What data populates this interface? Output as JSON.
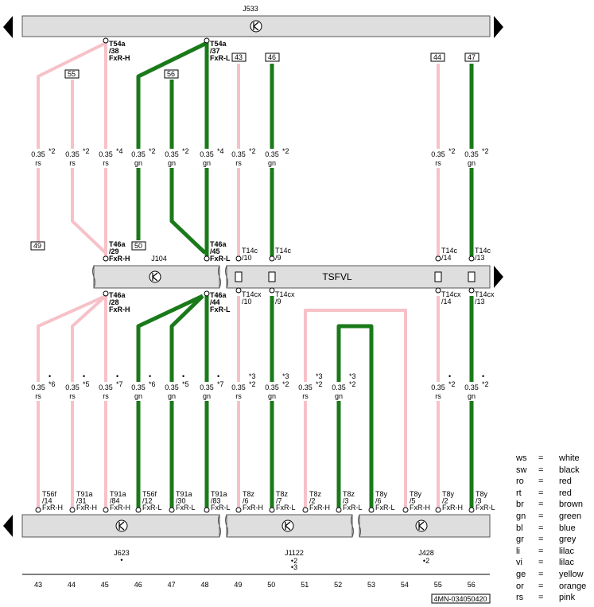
{
  "top_bar": {
    "label": "J533"
  },
  "j104": {
    "label": "J104",
    "tsfvl": "TSFVL"
  },
  "bottom_units": [
    {
      "label": "J623",
      "note": "•"
    },
    {
      "label": "J1122",
      "note": "•2\n•3"
    },
    {
      "label": "J428",
      "note": "•2"
    }
  ],
  "top_connectors": [
    {
      "label": "T54a /38 FxR-H"
    },
    {
      "label": "T54a /37 FxR-L"
    }
  ],
  "mid_connectors": [
    {
      "label": "T46a /29 FxR-H"
    },
    {
      "label": "T46a /45 FxR-L"
    },
    {
      "label": "T46a /28 FxR-H"
    },
    {
      "label": "T46a /44 FxR-L"
    }
  ],
  "tsfvl_pins_upper": [
    "T14c /10",
    "T14c /9",
    "T14c /14",
    "T14c /13"
  ],
  "tsfvl_pins_lower": [
    "T14cx /10",
    "T14cx /9",
    "T14cx /14",
    "T14cx /13"
  ],
  "ref_boxes": [
    "55",
    "56",
    "43",
    "46",
    "44",
    "47",
    "49",
    "50"
  ],
  "upper_wires": [
    {
      "size": "0.35",
      "note": "*2",
      "color": "rs"
    },
    {
      "size": "0.35",
      "note": "*2",
      "color": "rs"
    },
    {
      "size": "0.35",
      "note": "*4",
      "color": "rs"
    },
    {
      "size": "0.35",
      "note": "*2",
      "color": "gn"
    },
    {
      "size": "0.35",
      "note": "*2",
      "color": "gn"
    },
    {
      "size": "0.35",
      "note": "*4",
      "color": "gn"
    },
    {
      "size": "0.35",
      "note": "*2",
      "color": "rs"
    },
    {
      "size": "0.35",
      "note": "*2",
      "color": "gn"
    },
    {
      "size": "0.35",
      "note": "*2",
      "color": "rs"
    },
    {
      "size": "0.35",
      "note": "*2",
      "color": "gn"
    }
  ],
  "lower_wires": [
    {
      "size": "0.35",
      "note": "*6",
      "color": "rs"
    },
    {
      "size": "0.35",
      "note": "*5",
      "color": "rs"
    },
    {
      "size": "0.35",
      "note": "*7",
      "color": "rs"
    },
    {
      "size": "0.35",
      "note": "*6",
      "color": "gn"
    },
    {
      "size": "0.35",
      "note": "*5",
      "color": "gn"
    },
    {
      "size": "0.35",
      "note": "*7",
      "color": "gn"
    },
    {
      "size": "0.35",
      "note": "*3 *2",
      "color": "rs"
    },
    {
      "size": "0.35",
      "note": "*3 *2",
      "color": "gn"
    },
    {
      "size": "0.35",
      "note": "*3 *2",
      "color": "rs"
    },
    {
      "size": "0.35",
      "note": "*3 *2",
      "color": "gn"
    },
    {
      "size": "0.35",
      "note": "*2",
      "color": "rs"
    },
    {
      "size": "0.35",
      "note": "*2",
      "color": "gn"
    }
  ],
  "bottom_pins": [
    "T56f /14 FxR-H",
    "T91a /31 FxR-H",
    "T91a /84 FxR-H",
    "T56f /12 FxR-L",
    "T91a /30 FxR-L",
    "T91a /83 FxR-L",
    "T8z /6 FxR-H",
    "T8z /7 FxR-L",
    "T8z /2 FxR-H",
    "T8z /3 FxR-L",
    "T8y /6 FxR-L",
    "T8y /5 FxR-H",
    "T8y /2 FxR-H",
    "T8y /3 FxR-L"
  ],
  "grid_numbers": [
    "43",
    "44",
    "45",
    "46",
    "47",
    "48",
    "49",
    "50",
    "51",
    "52",
    "53",
    "54",
    "55",
    "56"
  ],
  "legend": [
    {
      "code": "ws",
      "eq": "=",
      "name": "white"
    },
    {
      "code": "sw",
      "eq": "=",
      "name": "black"
    },
    {
      "code": "ro",
      "eq": "=",
      "name": "red"
    },
    {
      "code": "rt",
      "eq": "=",
      "name": "red"
    },
    {
      "code": "br",
      "eq": "=",
      "name": "brown"
    },
    {
      "code": "gn",
      "eq": "=",
      "name": "green"
    },
    {
      "code": "bl",
      "eq": "=",
      "name": "blue"
    },
    {
      "code": "gr",
      "eq": "=",
      "name": "grey"
    },
    {
      "code": "li",
      "eq": "=",
      "name": "lilac"
    },
    {
      "code": "vi",
      "eq": "=",
      "name": "lilac"
    },
    {
      "code": "ge",
      "eq": "=",
      "name": "yellow"
    },
    {
      "code": "or",
      "eq": "=",
      "name": "orange"
    },
    {
      "code": "rs",
      "eq": "=",
      "name": "pink"
    }
  ],
  "doc_id": "4MN-034050420",
  "colors": {
    "pink": "#f7c1c8",
    "green": "#1a7a1a",
    "bar_fill": "#dedede"
  }
}
